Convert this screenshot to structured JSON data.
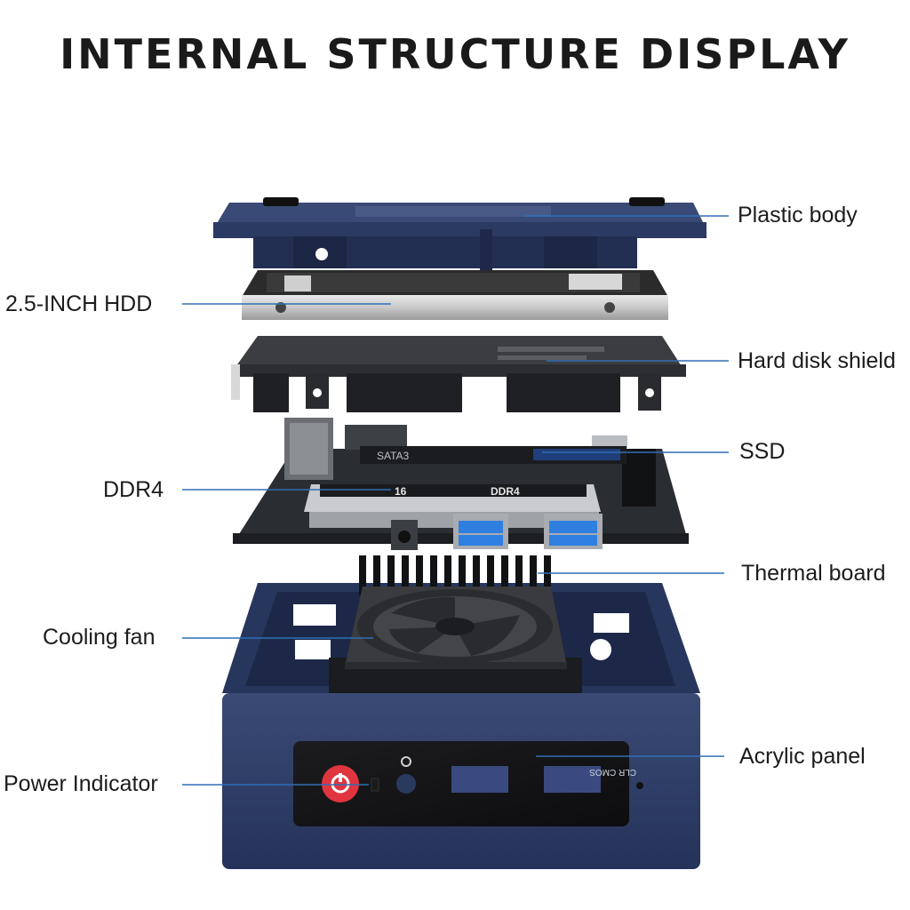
{
  "title": "INTERNAL STRUCTURE DISPLAY",
  "labels": {
    "plastic_body": "Plastic body",
    "hdd": "2.5-INCH HDD",
    "hard_disk_shield": "Hard disk shield",
    "ssd": "SSD",
    "ddr4": "DDR4",
    "thermal_board": "Thermal board",
    "cooling_fan": "Cooling fan",
    "acrylic_panel": "Acrylic panel",
    "power_indicator": "Power Indicator"
  },
  "component_text": {
    "sata": "SATA3",
    "ddr4_mark": "DDR4",
    "ram_size": "16",
    "clr_cmos": "CLR CMOS"
  },
  "colors": {
    "leader_line": "#2f6fb5",
    "case_navy": "#2c3b63",
    "pcb": "#2a2d31",
    "usb_blue": "#2f7fe0",
    "power_red": "#e0353f"
  }
}
